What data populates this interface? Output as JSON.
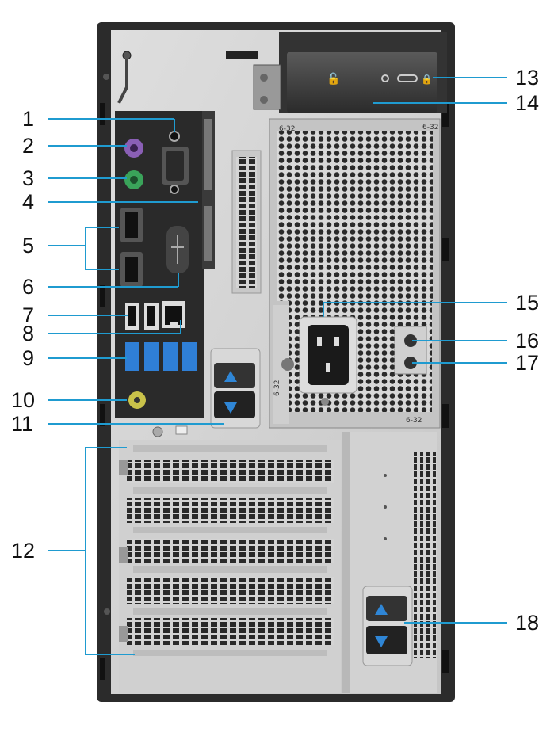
{
  "callouts": [
    {
      "num": "1"
    },
    {
      "num": "2"
    },
    {
      "num": "3"
    },
    {
      "num": "4"
    },
    {
      "num": "5"
    },
    {
      "num": "6"
    },
    {
      "num": "7"
    },
    {
      "num": "8"
    },
    {
      "num": "9"
    },
    {
      "num": "10"
    },
    {
      "num": "11"
    },
    {
      "num": "12"
    },
    {
      "num": "13"
    },
    {
      "num": "14"
    },
    {
      "num": "15"
    },
    {
      "num": "16"
    },
    {
      "num": "17"
    },
    {
      "num": "18"
    }
  ],
  "markings": {
    "screw_top": "6-32",
    "screw_top_right": "6-32",
    "screw_side": "6-32",
    "screw_bottom": "6-32"
  },
  "colors": {
    "leader_line": "#1f9bd0",
    "callout_text": "#111111",
    "chassis_frame": "#2b2b2b",
    "panel_metal": "#cfcfcf",
    "io_plate": "#2a2a2a",
    "ps2_mouse": "#8a5fb5",
    "ps2_keyboard": "#3aa35a",
    "usb3_port": "#2f7fd6",
    "audio_port": "#c9c24a",
    "latch_blue": "#2f86d6"
  },
  "icons": [
    "lock-icon",
    "unlock-icon",
    "usb-icon",
    "network-icon",
    "headset-icon",
    "serial-icon",
    "displayport-icon"
  ]
}
